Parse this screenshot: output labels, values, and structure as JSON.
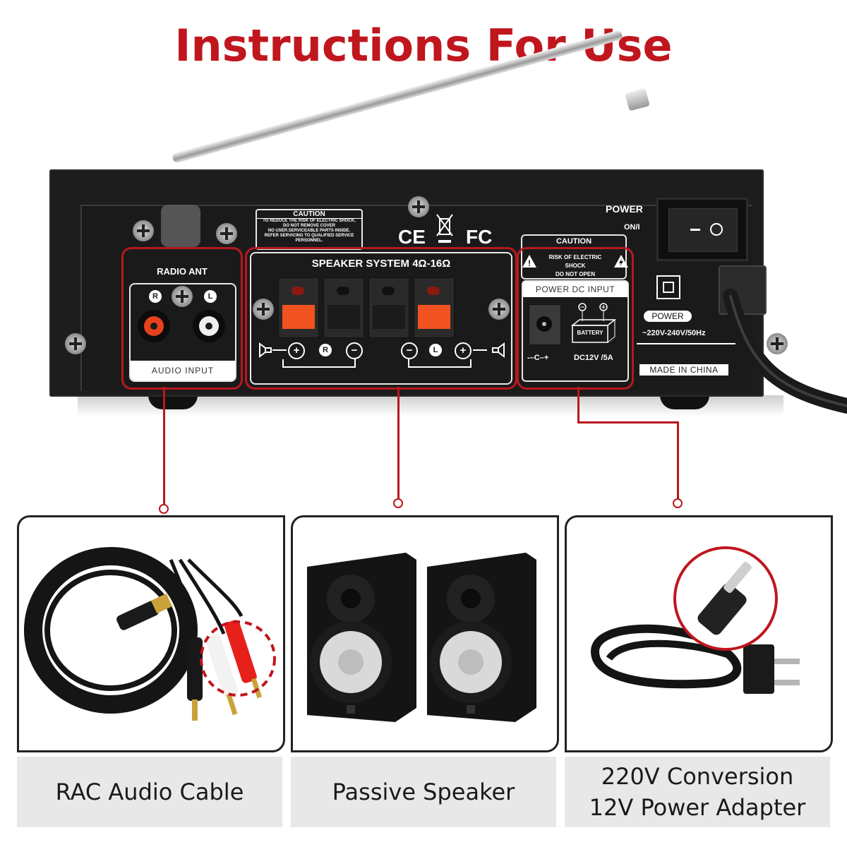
{
  "title": "Instructions For Use",
  "colors": {
    "accent_red": "#c0161e",
    "panel_black": "#1d1d1d",
    "caption_bg": "#e8e8e8"
  },
  "amplifier": {
    "caution_label": {
      "heading": "CAUTION",
      "lines": [
        "TO REDUCE THE RISK OF ELECTRIC SHOCK,",
        "DO NOT REMOVE COVER",
        "NO USER.SERVICEABLE PARTS INSIDE.",
        "REFER SERVICING TO QUALIFIED SERVICE",
        "PERSONNEL."
      ]
    },
    "cert_marks": [
      "CE",
      "FC"
    ],
    "audio_section": {
      "antenna_label": "RADIO ANT",
      "right_channel": "R",
      "left_channel": "L",
      "footer": "AUDIO INPUT"
    },
    "speaker_section": {
      "heading": "SPEAKER SYSTEM 4Ω-16Ω",
      "plus": "+",
      "minus": "−",
      "right": "R",
      "left": "L"
    },
    "dc_section": {
      "caution_heading": "CAUTION",
      "warning_line1": "RISK OF ELECTRIC SHOCK",
      "warning_line2": "DO NOT OPEN",
      "heading": "POWER DC INPUT",
      "polarity": "-–C–+",
      "battery_label": "BATTERY",
      "rating": "DC12V /5A"
    },
    "power_section": {
      "label": "POWER",
      "switch_label": "ON/I",
      "power_badge": "POWER",
      "voltage": "~220V-240V/50Hz",
      "origin": "MADE IN CHINA"
    }
  },
  "items": [
    {
      "caption": "RAC Audio Cable",
      "image": "rca-cable"
    },
    {
      "caption": "Passive Speaker",
      "image": "speakers"
    },
    {
      "caption_line1": "220V Conversion",
      "caption_line2": "12V Power Adapter",
      "image": "power-adapter"
    }
  ]
}
